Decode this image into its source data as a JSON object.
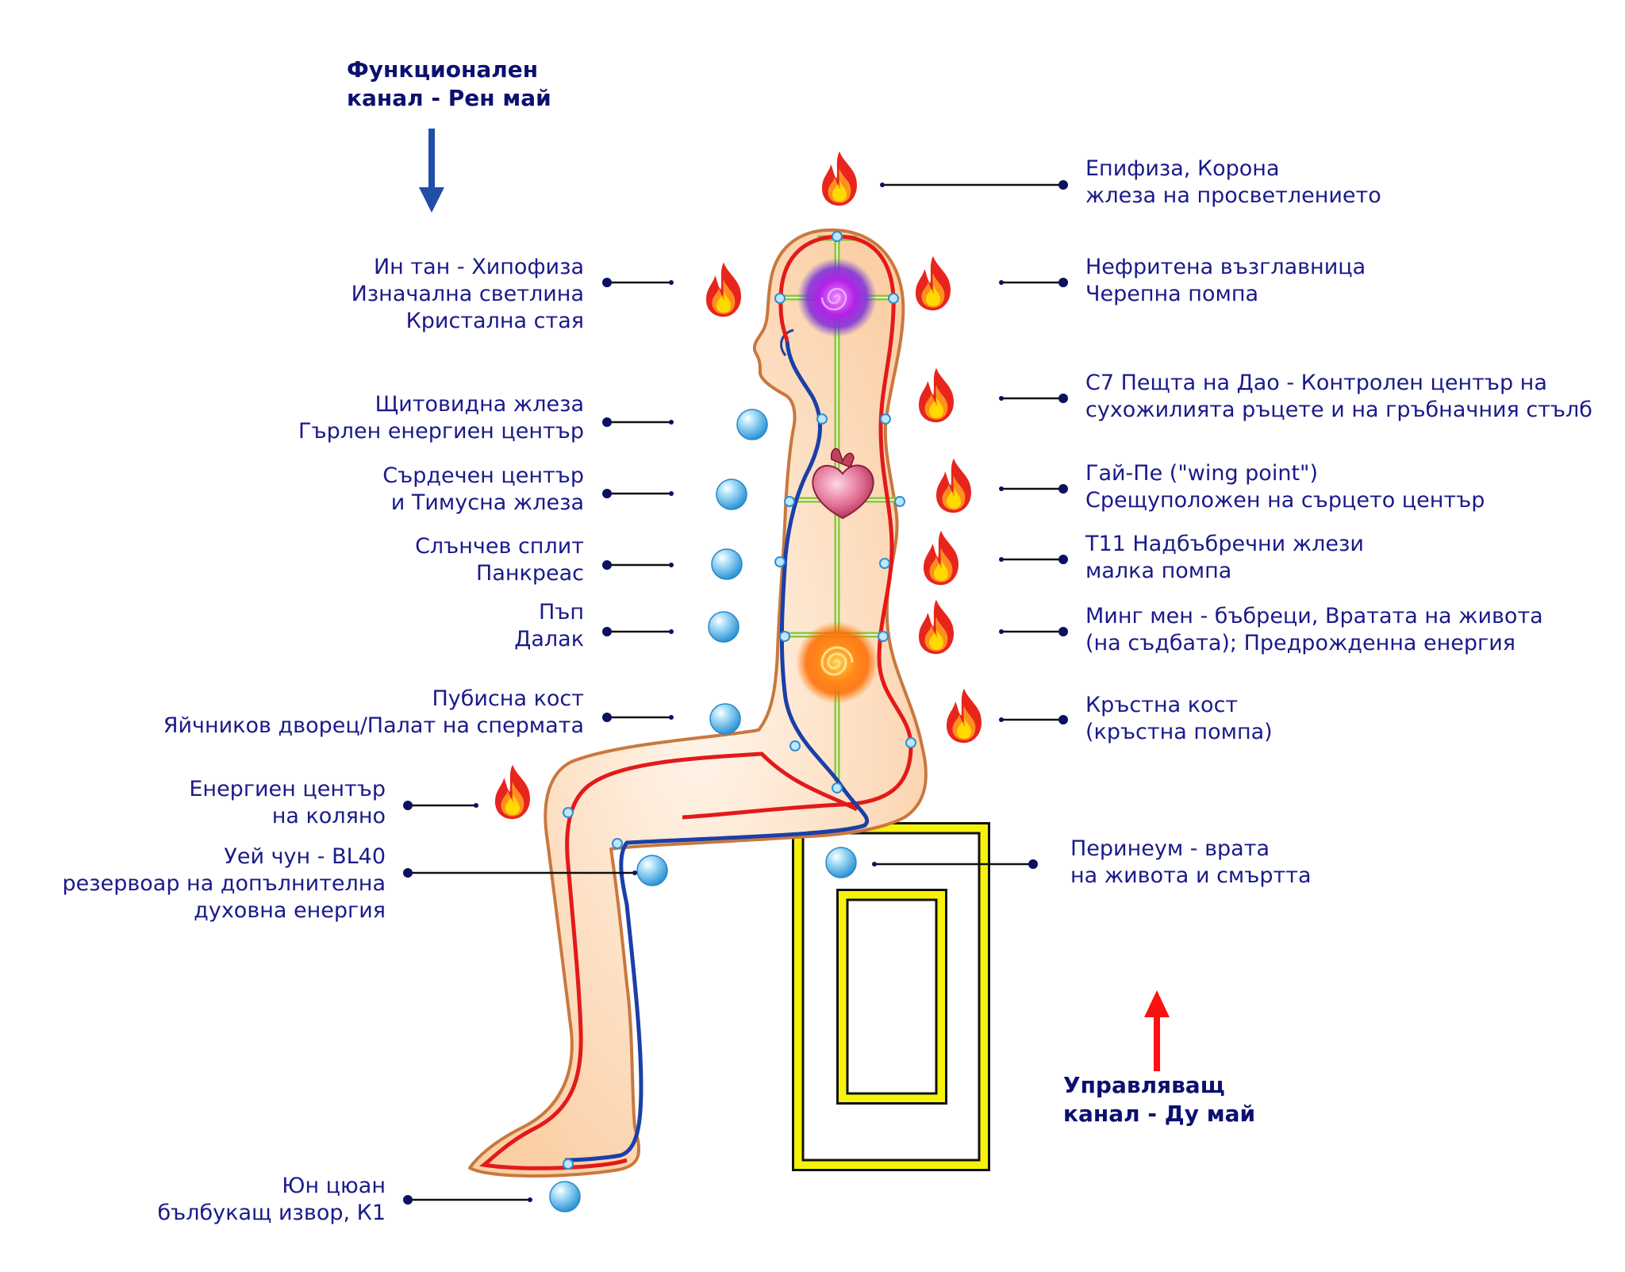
{
  "colors": {
    "text": "#1a1a8a",
    "yang_channel": "#e21a1a",
    "yin_channel": "#1a3fa8",
    "meridian": "#8dc63f",
    "body_fill": "#fbd3ae",
    "body_outline": "#c9783e",
    "stool": "#f7f20a",
    "point": "#6fc3ef",
    "fire": "#f5c400"
  },
  "headings": {
    "functional": [
      "Функционален",
      "канал - Рен май"
    ],
    "governing": [
      "Управляващ",
      "канал - Ду май"
    ]
  },
  "labels": {
    "left": [
      {
        "id": "in-tan",
        "lines": [
          "Ин тан - Хипофиза",
          "Изначална светлина",
          "Кристална стая"
        ],
        "icon": "fire-icon"
      },
      {
        "id": "thyroid",
        "lines": [
          "Щитовидна жлеза",
          "Гърлен енергиен център"
        ],
        "icon": "energy-point-icon"
      },
      {
        "id": "heart",
        "lines": [
          "Сърдечен център",
          "и Тимусна жлеза"
        ],
        "icon": "energy-point-icon"
      },
      {
        "id": "solar",
        "lines": [
          "Слънчев сплит",
          "Панкреас"
        ],
        "icon": "energy-point-icon"
      },
      {
        "id": "navel",
        "lines": [
          "Пъп",
          "Далак"
        ],
        "icon": "energy-point-icon"
      },
      {
        "id": "pubic",
        "lines": [
          "Пубисна кост",
          "Яйчников дворец/Палат на спермата"
        ],
        "icon": "energy-point-icon"
      },
      {
        "id": "knee",
        "lines": [
          "Енергиен център",
          "на коляно"
        ],
        "icon": "fire-icon"
      },
      {
        "id": "wei-chung",
        "lines": [
          "Уей чун - BL40",
          "резервоар на допълнителна",
          "духовна енергия"
        ],
        "icon": "energy-point-icon"
      },
      {
        "id": "yun-chuan",
        "lines": [
          "Юн цюан",
          "бълбукащ извор, К1"
        ],
        "icon": "energy-point-icon"
      }
    ],
    "right": [
      {
        "id": "pineal",
        "lines": [
          "Епифиза, Корона",
          "жлеза на просветлението"
        ],
        "icon": "fire-icon"
      },
      {
        "id": "jade-pillow",
        "lines": [
          "Нефритена възглавница",
          "Черепна помпа"
        ],
        "icon": "fire-icon"
      },
      {
        "id": "c7",
        "lines": [
          "С7 Пещта на Дао - Контролен център на",
          "сухожилията ръцете и на гръбначния стълб"
        ],
        "icon": "fire-icon"
      },
      {
        "id": "wing-point",
        "lines": [
          "Гай-Пе (\"wing point\")",
          "Срещуположен на сърцето център"
        ],
        "icon": "fire-icon"
      },
      {
        "id": "t11",
        "lines": [
          "Т11 Надбъбречни жлези",
          "малка помпа"
        ],
        "icon": "fire-icon"
      },
      {
        "id": "ming-men",
        "lines": [
          "Минг мен - бъбреци, Вратата на живота",
          "(на съдбата); Предрожденна енергия"
        ],
        "icon": "fire-icon"
      },
      {
        "id": "sacrum",
        "lines": [
          "Кръстна кост",
          "(кръстна помпа)"
        ],
        "icon": "fire-icon"
      },
      {
        "id": "perineum",
        "lines": [
          "Перинеум - врата",
          "на живота и смъртта"
        ],
        "icon": "energy-point-icon"
      }
    ]
  }
}
